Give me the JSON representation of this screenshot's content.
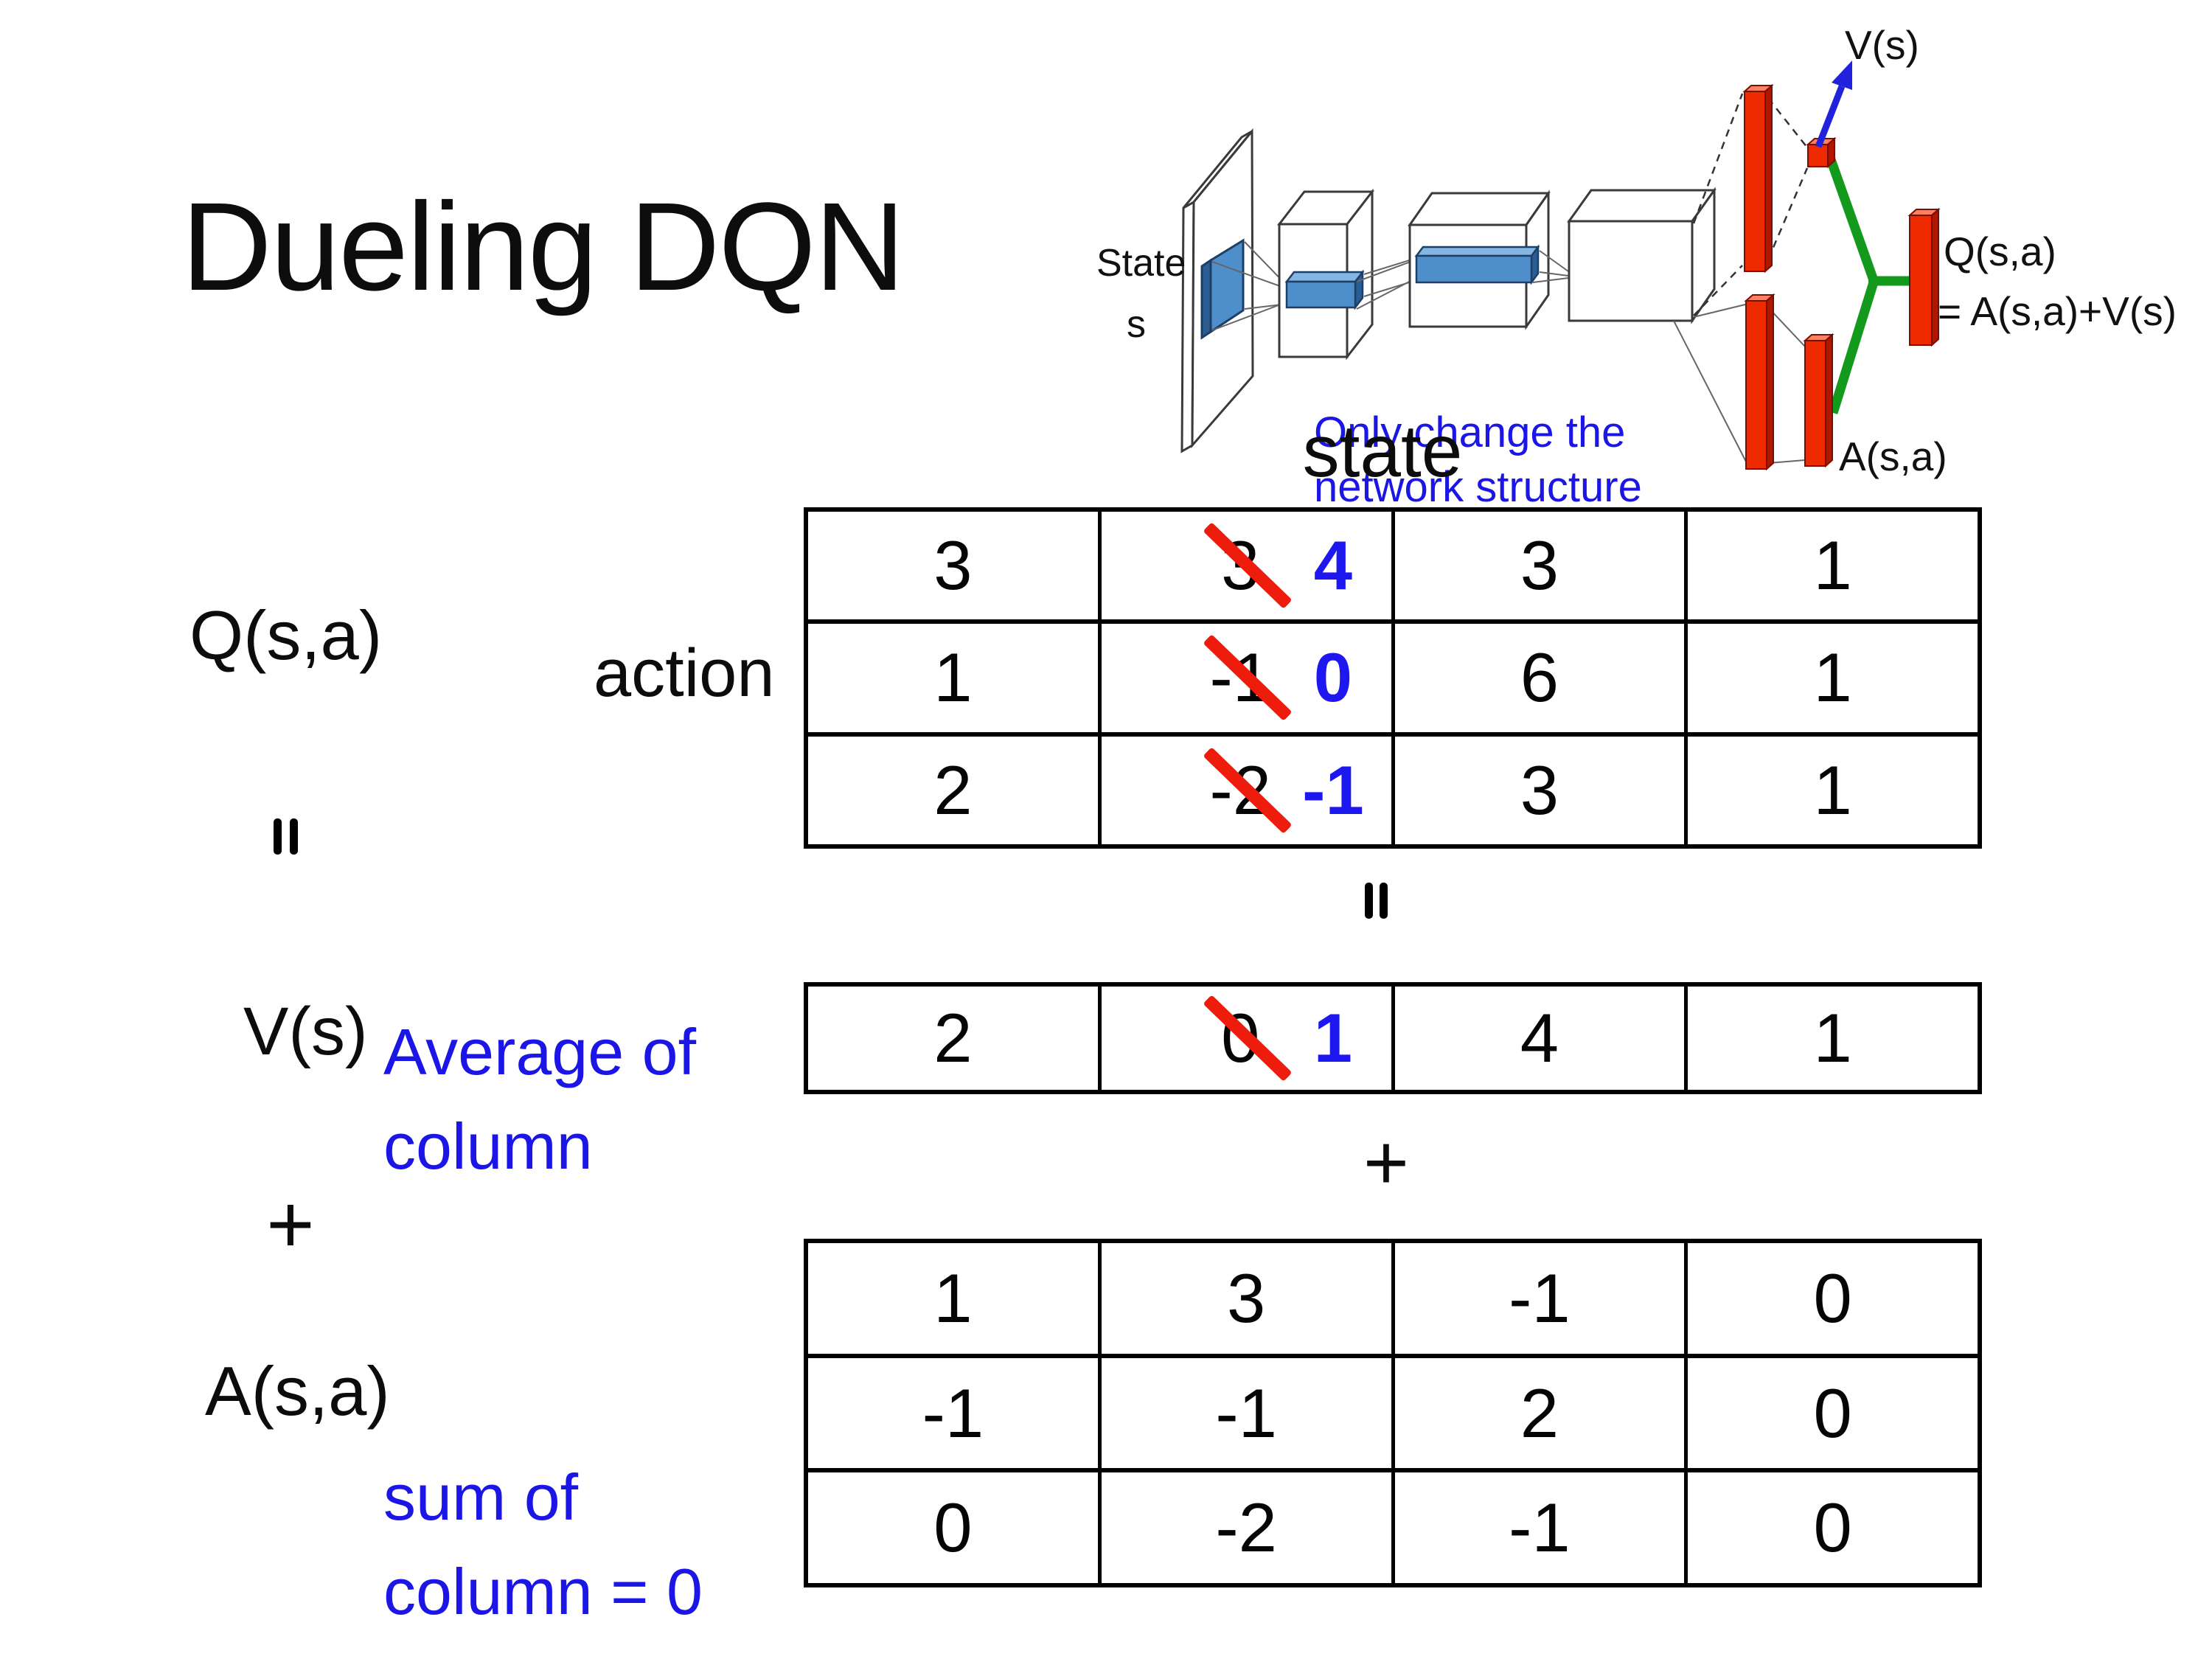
{
  "slide": {
    "title": "Dueling DQN"
  },
  "diagram": {
    "state_line1": "State",
    "state_line2": "s",
    "note_line1": "Only change the",
    "note_line2": "network structure",
    "v_out": "V(s)",
    "q_out_line1": "Q(s,a)",
    "q_out_line2": "= A(s,a)+V(s)",
    "a_out": "A(s,a)"
  },
  "labels": {
    "q": "Q(s,a)",
    "action": "action",
    "state": "state",
    "v": "V(s)",
    "plus": "+",
    "v_note1": "Average of",
    "v_note2": "column",
    "a": "A(s,a)",
    "a_note1": "sum of",
    "a_note2": "column = 0"
  },
  "q_table": {
    "rows": [
      [
        {
          "v": "3"
        },
        {
          "old": "3",
          "new": "4"
        },
        {
          "v": "3"
        },
        {
          "v": "1"
        }
      ],
      [
        {
          "v": "1"
        },
        {
          "old": "-1",
          "new": "0"
        },
        {
          "v": "6"
        },
        {
          "v": "1"
        }
      ],
      [
        {
          "v": "2"
        },
        {
          "old": "-2",
          "new": "-1"
        },
        {
          "v": "3"
        },
        {
          "v": "1"
        }
      ]
    ]
  },
  "v_table": {
    "rows": [
      [
        {
          "v": "2"
        },
        {
          "old": "0",
          "new": "1"
        },
        {
          "v": "4"
        },
        {
          "v": "1"
        }
      ]
    ]
  },
  "a_table": {
    "rows": [
      [
        {
          "v": "1"
        },
        {
          "v": "3"
        },
        {
          "v": "-1"
        },
        {
          "v": "0"
        }
      ],
      [
        {
          "v": "-1"
        },
        {
          "v": "-1"
        },
        {
          "v": "2"
        },
        {
          "v": "0"
        }
      ],
      [
        {
          "v": "0"
        },
        {
          "v": "-2"
        },
        {
          "v": "-1"
        },
        {
          "v": "0"
        }
      ]
    ]
  },
  "colors": {
    "annotation_blue": "#1b16e6",
    "replaced_number_blue": "#1d18f0",
    "strike_red": "#ee1c0c",
    "bar_red": "#ee2a00",
    "bar_red_dark": "#b01600",
    "bar_red_light": "#ff8060",
    "link_green": "#13991c",
    "arrow_blue": "#2222dd",
    "conv_blue": "#4e8ecb"
  }
}
